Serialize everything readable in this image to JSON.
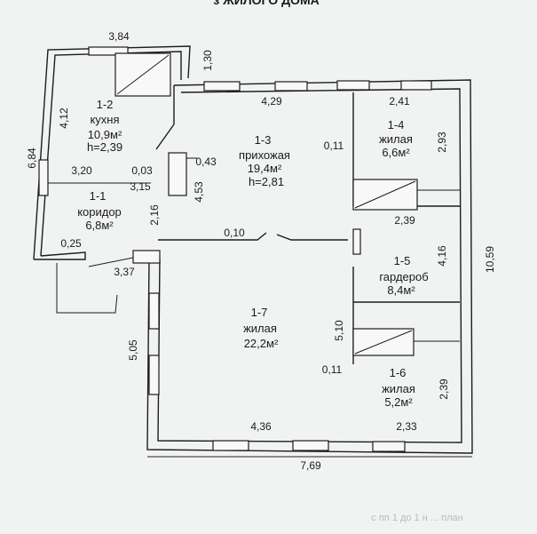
{
  "header_fragment": "з ЖИЛОГО ДОМА",
  "footer_fragment": "с пп 1 до 1 н ... план",
  "rooms": [
    {
      "number": "1-1",
      "name": "коридор",
      "area": "6,8м²"
    },
    {
      "number": "1-2",
      "name": "кухня",
      "area": "10,9м²",
      "height": "h=2,39"
    },
    {
      "number": "1-3",
      "name": "прихожая",
      "area": "19,4м²",
      "height": "h=2,81"
    },
    {
      "number": "1-4",
      "name": "жилая",
      "area": "6,6м²"
    },
    {
      "number": "1-5",
      "name": "гардероб",
      "area": "8,4м²"
    },
    {
      "number": "1-6",
      "name": "жилая",
      "area": "5,2м²"
    },
    {
      "number": "1-7",
      "name": "жилая",
      "area": "22,2м²"
    }
  ],
  "dimensions": {
    "kitchen_top": "3,84",
    "porch_top": "1,30",
    "left_outer": "6,84",
    "kitchen_left": "4,12",
    "corridor_width": "3,20",
    "stove_width": "0,03",
    "corridor_inner": "3,15",
    "chimney": "0,43",
    "chimney_height": "4,53",
    "corridor_height": "2,16",
    "corridor_wall": "0,25",
    "entry_width": "3,37",
    "hall_top": "4,29",
    "room4_top": "2,41",
    "room4_wall": "0,11",
    "room4_height": "2,93",
    "room4_bottom": "2,39",
    "partition": "0,10",
    "right_outer": "10,59",
    "wardrobe_height": "4,16",
    "room6_height_mid": "5,10",
    "room6_wall": "0,11",
    "room6_side": "2,39",
    "living_left": "5,05",
    "living_bottom": "4,36",
    "room6_bottom": "2,33",
    "total_width": "7,69"
  }
}
